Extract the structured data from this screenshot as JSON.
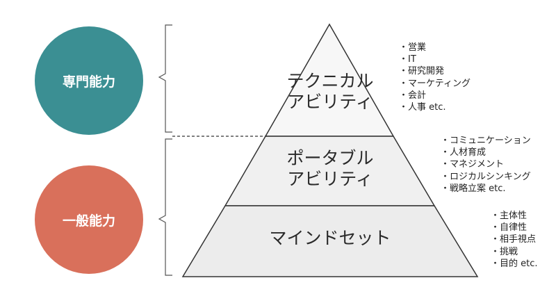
{
  "categories": {
    "specialist": "専門能力",
    "general": "一般能力"
  },
  "pyramid": {
    "top": {
      "label_lines": [
        "テクニカル",
        "アビリティ"
      ],
      "items": [
        "・営業",
        "・IT",
        "・研究開発",
        "・マーケティング",
        "・会計",
        "・人事 etc."
      ]
    },
    "middle": {
      "label_lines": [
        "ポータブル",
        "アビリティ"
      ],
      "items": [
        "・コミュニケーション",
        "・人材育成",
        "・マネジメント",
        "・ロジカルシンキング",
        "・戦略立案 etc."
      ]
    },
    "bottom": {
      "label": "マインドセット",
      "items": [
        "・主体性",
        "・自律性",
        "・相手視点",
        "・挑戦",
        "・目的 etc."
      ]
    }
  },
  "colors": {
    "specialist_circle": "#3b8f93",
    "general_circle": "#d9705b",
    "pyramid_fill": "#f0f0f0",
    "pyramid_stroke": "#333333"
  }
}
